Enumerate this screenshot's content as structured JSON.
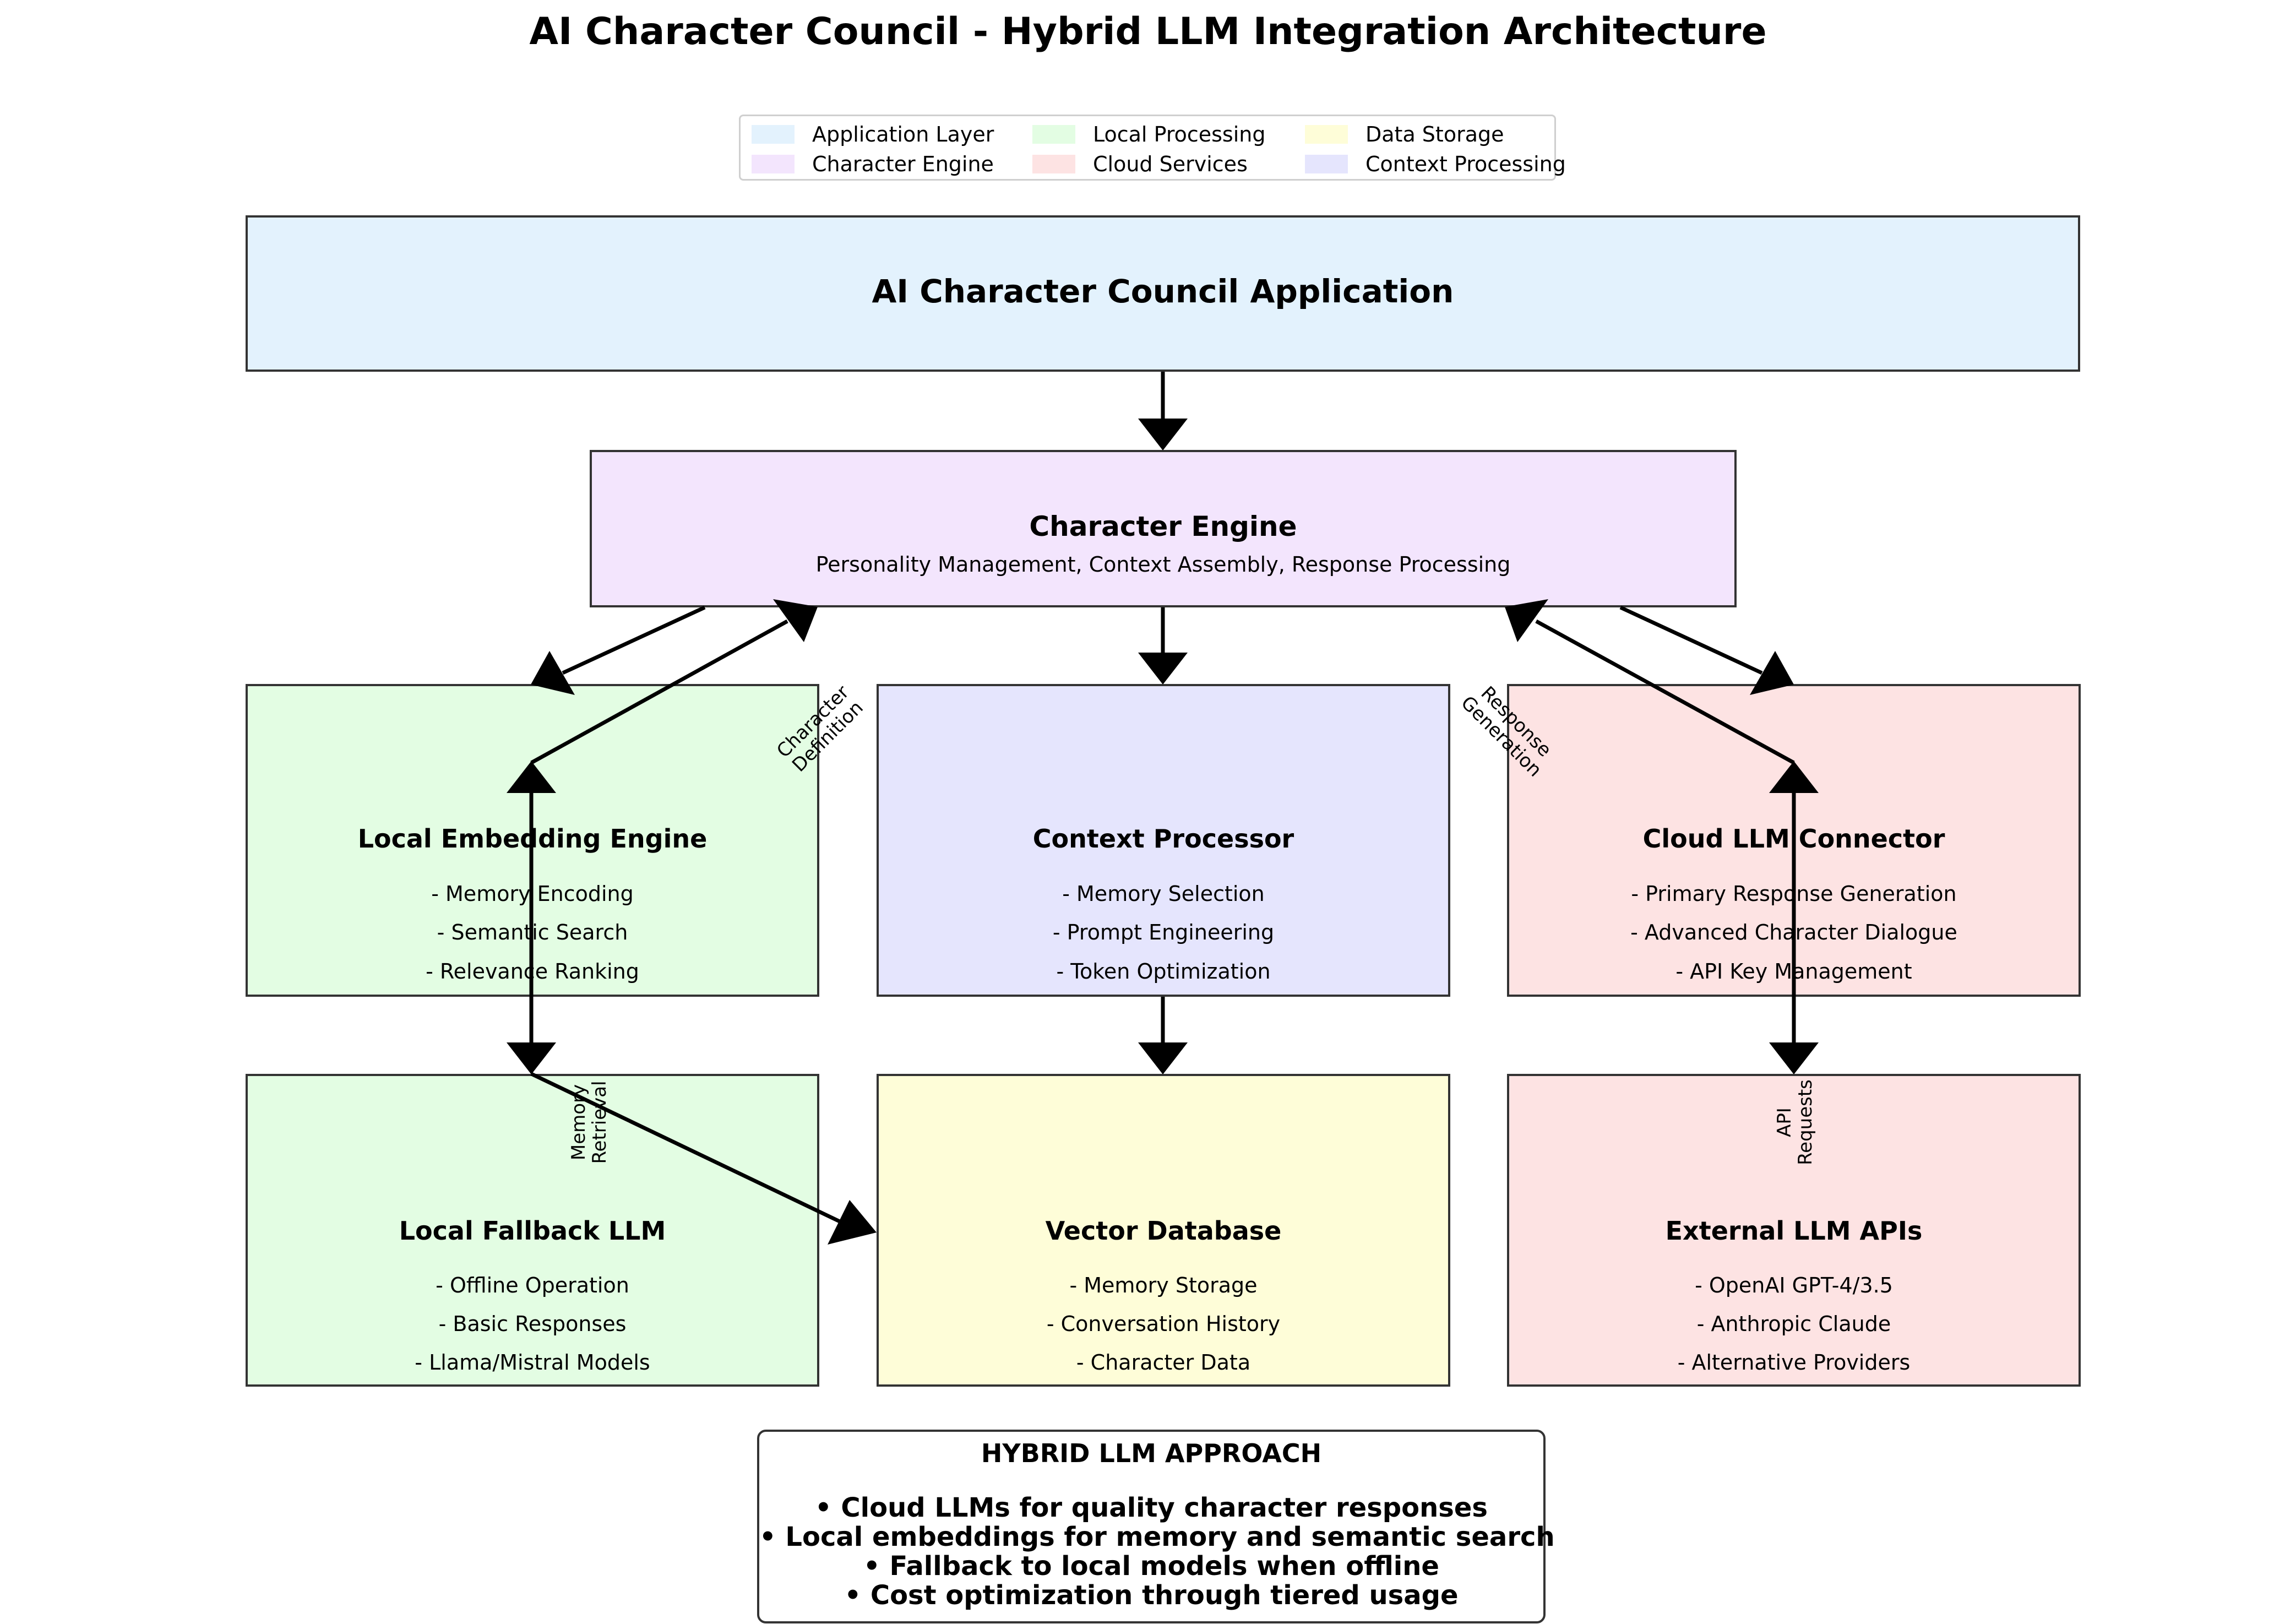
{
  "title": "AI Character Council - Hybrid LLM Integration Architecture",
  "colors": {
    "application": "#e3f2fd",
    "character": "#f3e5fd",
    "local": "#e3fde3",
    "cloud": "#fde3e3",
    "storage": "#fefdd8",
    "context": "#e5e5fd",
    "border": "#333333",
    "arrow": "#000000"
  },
  "legend": [
    {
      "label": "Application Layer",
      "color": "#e3f2fd"
    },
    {
      "label": "Local Processing",
      "color": "#e3fde3"
    },
    {
      "label": "Data Storage",
      "color": "#fefdd8"
    },
    {
      "label": "Character Engine",
      "color": "#f3e5fd"
    },
    {
      "label": "Cloud Services",
      "color": "#fde3e3"
    },
    {
      "label": "Context Processing",
      "color": "#e5e5fd"
    }
  ],
  "app": {
    "title": "AI Character Council Application"
  },
  "engine": {
    "title": "Character Engine",
    "subtitle": "Personality Management, Context Assembly, Response Processing"
  },
  "embedding": {
    "title": "Local Embedding Engine",
    "lines": [
      "- Memory Encoding",
      "- Semantic Search",
      "- Relevance Ranking"
    ]
  },
  "context": {
    "title": "Context Processor",
    "lines": [
      "- Memory Selection",
      "- Prompt Engineering",
      "- Token Optimization"
    ]
  },
  "cloud": {
    "title": "Cloud LLM Connector",
    "lines": [
      "- Primary Response Generation",
      "- Advanced Character Dialogue",
      "- API Key Management"
    ]
  },
  "fallback": {
    "title": "Local Fallback LLM",
    "lines": [
      "- Offline Operation",
      "- Basic Responses",
      "- Llama/Mistral Models"
    ]
  },
  "vector": {
    "title": "Vector Database",
    "lines": [
      "- Memory Storage",
      "- Conversation History",
      "- Character Data"
    ]
  },
  "external": {
    "title": "External LLM APIs",
    "lines": [
      "- OpenAI GPT-4/3.5",
      "- Anthropic Claude",
      "- Alternative Providers"
    ]
  },
  "edge_labels": {
    "character_definition": [
      "Character",
      "Definition"
    ],
    "response_generation": [
      "Response",
      "Generation"
    ],
    "memory_retrieval": [
      "Memory",
      "Retrieval"
    ],
    "api_requests": [
      "API",
      "Requests"
    ]
  },
  "summary": {
    "title": "HYBRID LLM APPROACH",
    "points": [
      "• Cloud LLMs for quality character responses",
      "• Local embeddings for memory and semantic search",
      "• Fallback to local models when offline",
      "• Cost optimization through tiered usage"
    ]
  }
}
